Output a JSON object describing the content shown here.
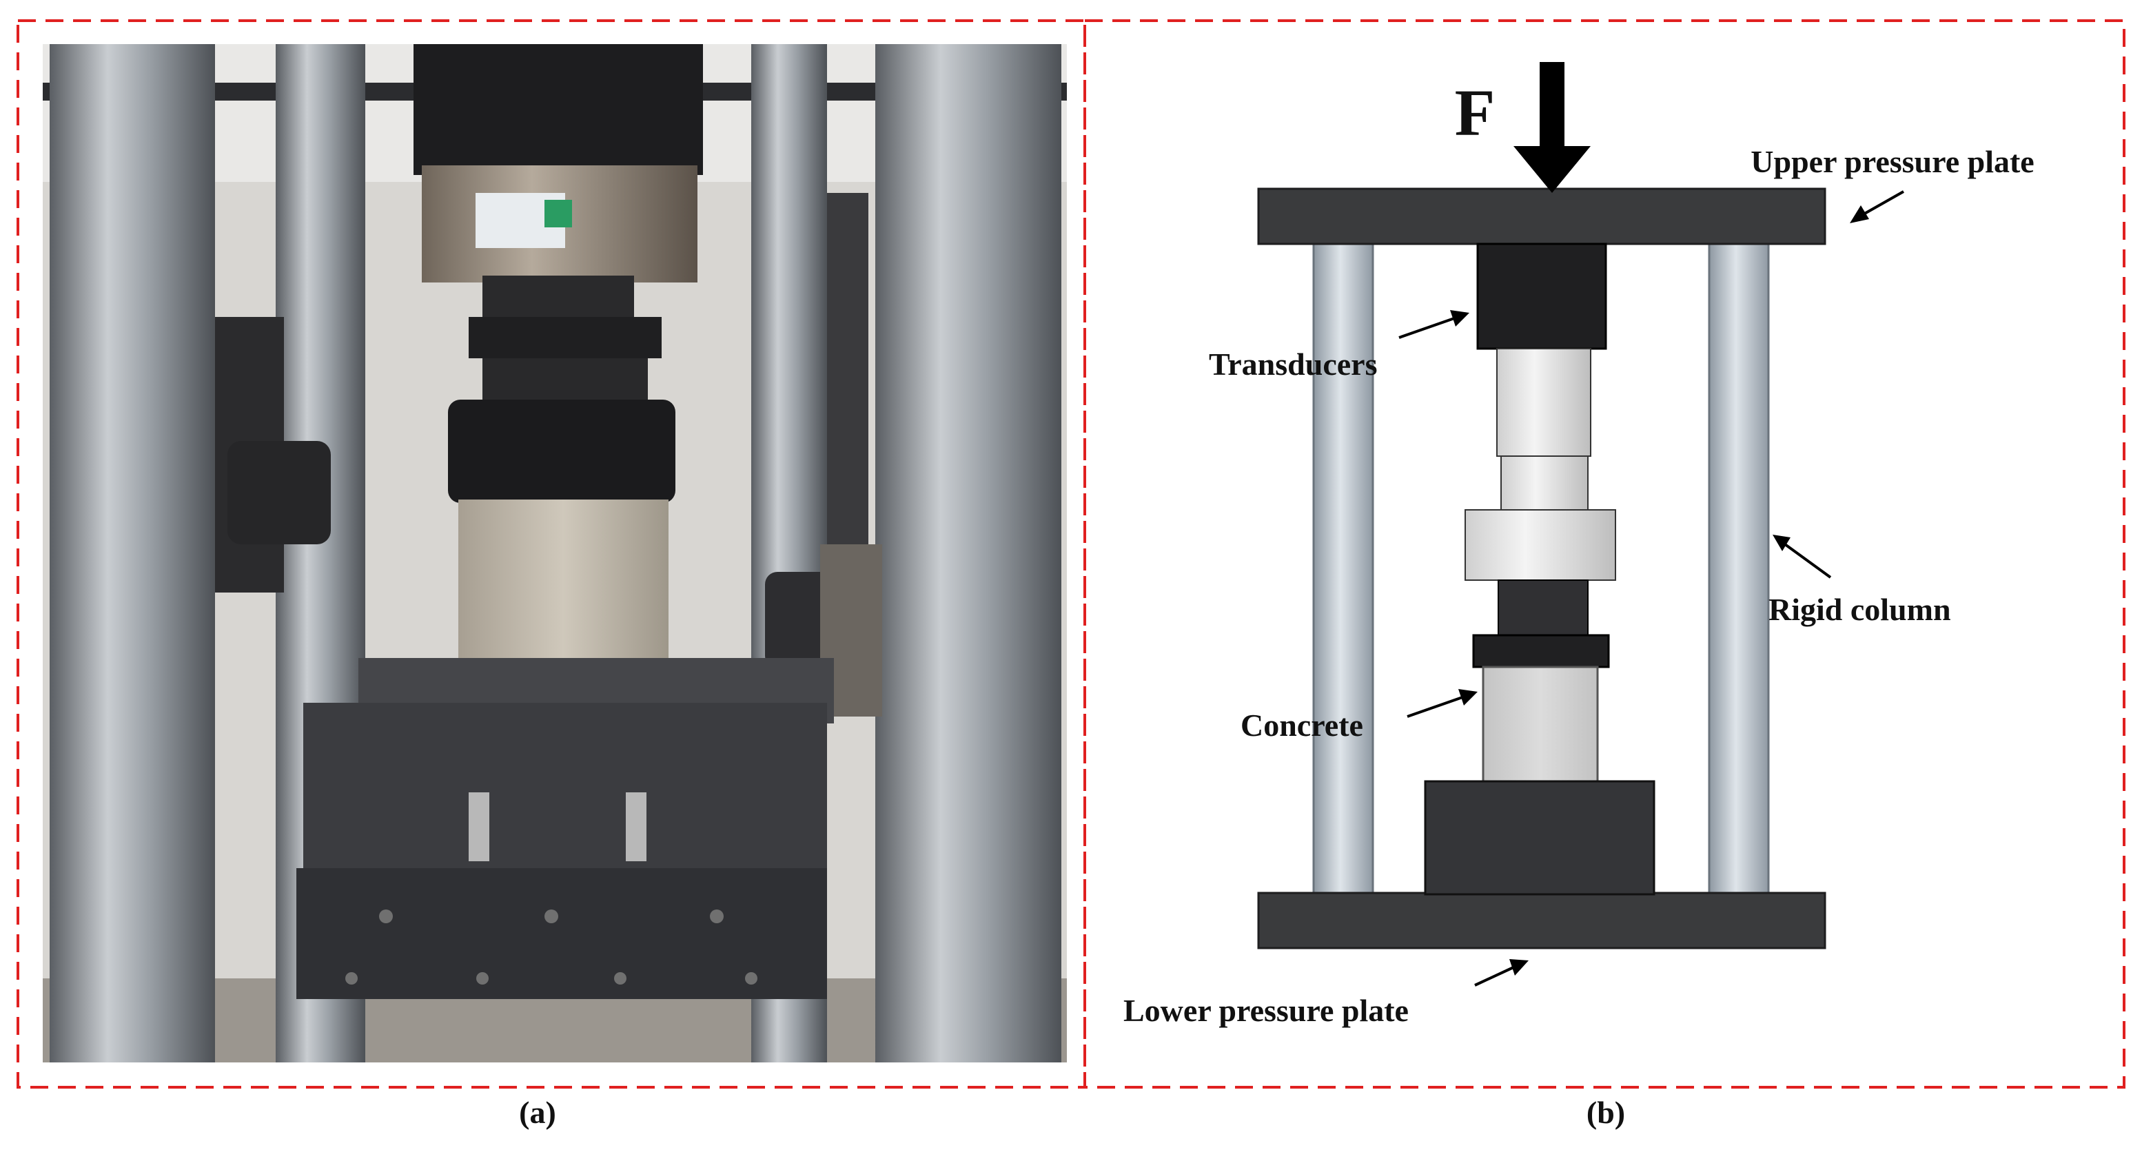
{
  "panels": {
    "a": {
      "caption": "(a)"
    },
    "b": {
      "caption": "(b)",
      "force_label": "F",
      "callouts": {
        "upper_plate": "Upper pressure plate",
        "transducers": "Transducers",
        "rigid_column": "Rigid column",
        "concrete": "Concrete",
        "lower_plate": "Lower pressure plate"
      }
    }
  },
  "colors": {
    "frame_dash": "#e02020",
    "plate": "#3a3b3d",
    "column": "#b9c3cc",
    "transducer_dark": "#1f1f21",
    "transducer_light": "#e6e6e6",
    "concrete": "#cfcfcf",
    "arrow": "#000000"
  }
}
